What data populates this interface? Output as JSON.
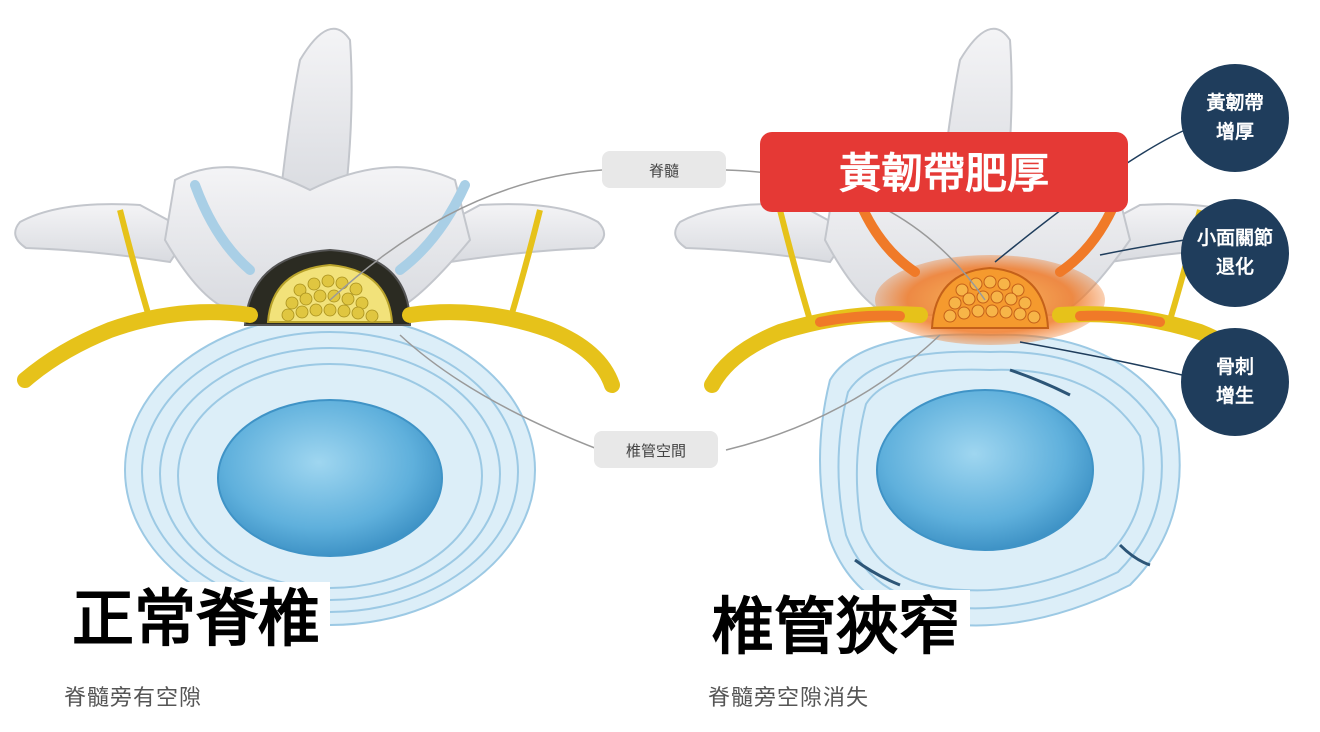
{
  "labels": {
    "spinal_cord": "脊髓",
    "canal_space": "椎管空間",
    "ligament_callout": "黃韌帶肥厚"
  },
  "circles": [
    {
      "line1": "黃韌帶",
      "line2": "增厚"
    },
    {
      "line1": "小面關節",
      "line2": "退化"
    },
    {
      "line1": "骨刺",
      "line2": "增生"
    }
  ],
  "left_panel": {
    "title": "正常脊椎",
    "subtitle": "脊髓旁有空隙"
  },
  "right_panel": {
    "title": "椎管狹窄",
    "subtitle": "脊髓旁空隙消失"
  },
  "colors": {
    "navy": "#1f3d5c",
    "callout_red": "#e53935",
    "nerve_yellow": "#e6c21a",
    "disc_blue": "#7fc4e4",
    "inflamed_orange": "#f07a28"
  }
}
